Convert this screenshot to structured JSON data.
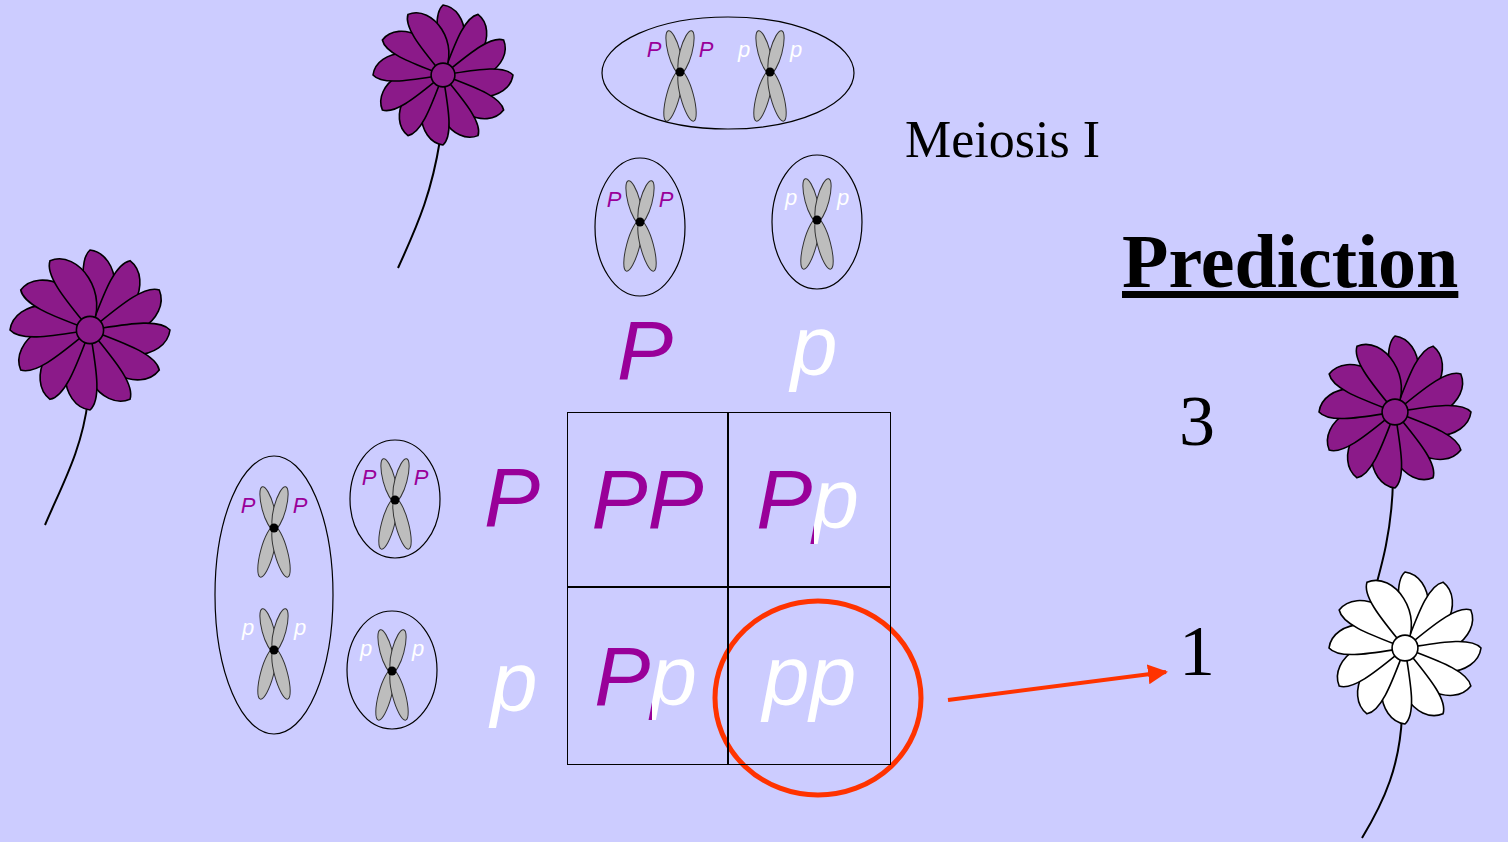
{
  "diagram": {
    "nodes": [
      {
        "text": [
          "P",
          "P",
          "p",
          "p"
        ]
      },
      {
        "text": [
          "P",
          "P"
        ]
      },
      {
        "text": [
          "p",
          "p"
        ]
      },
      {
        "text": [
          "P",
          "P",
          "p",
          "p"
        ]
      },
      {
        "text": [
          "P",
          "P"
        ]
      },
      {
        "text": [
          "p",
          "p"
        ]
      },
      {
        "text": [
          "PP"
        ]
      },
      {
        "text": [
          "Pp"
        ]
      },
      {
        "text": [
          "Pp"
        ]
      },
      {
        "text": [
          "pp"
        ]
      }
    ],
    "labels": [
      "Meiosis I",
      "Prediction",
      "P",
      "p",
      "P",
      "p",
      "3",
      "1"
    ]
  }
}
